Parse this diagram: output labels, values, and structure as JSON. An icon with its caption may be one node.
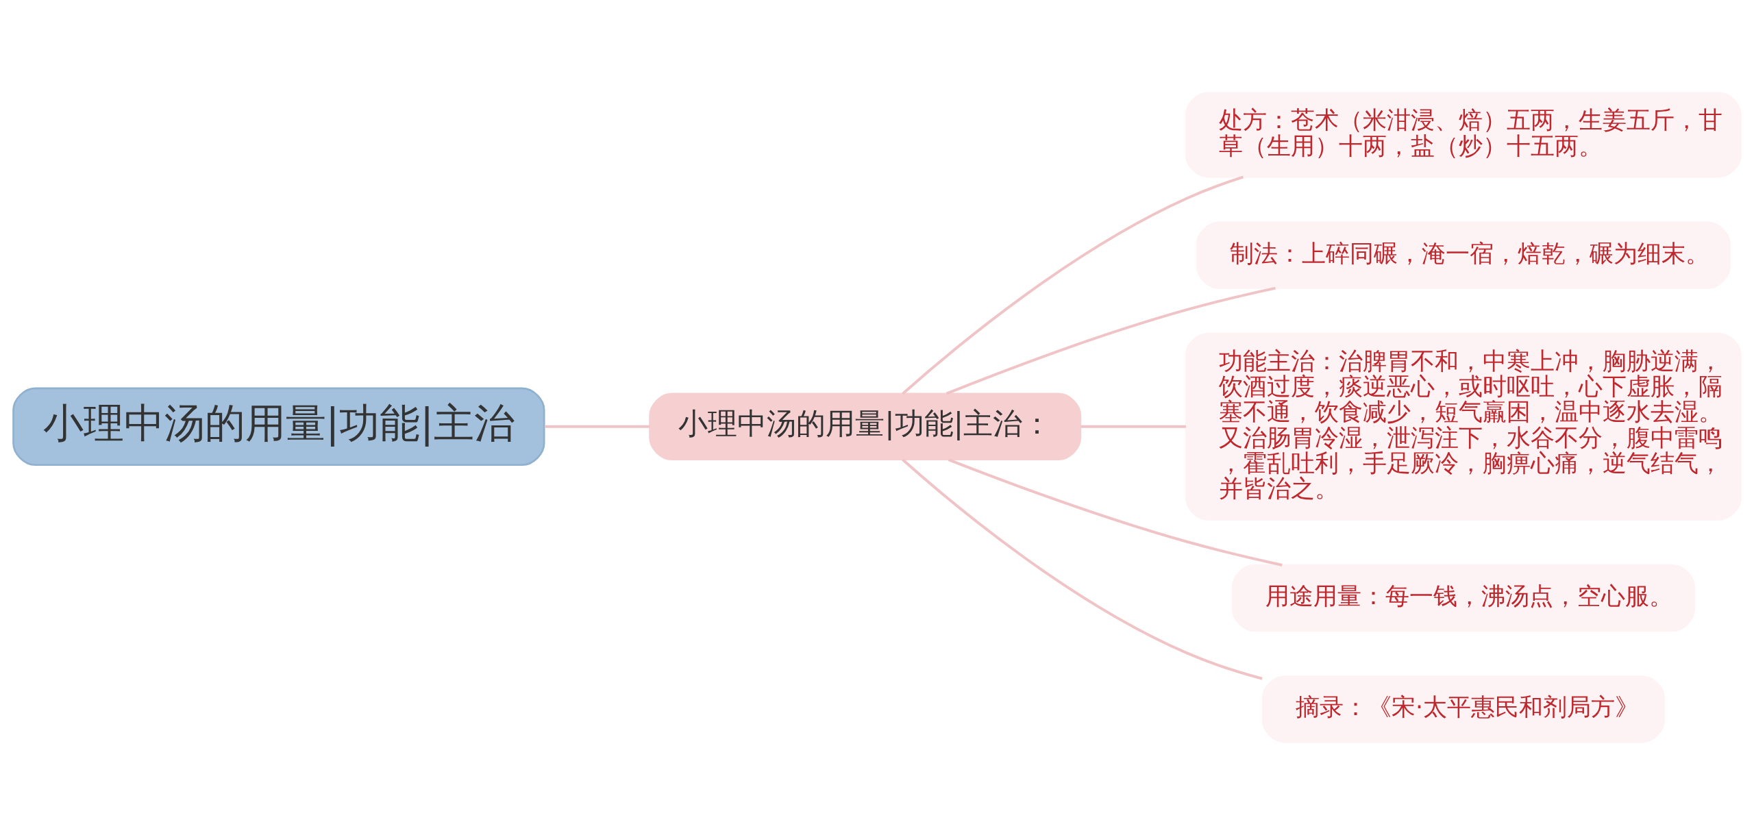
{
  "diagram": {
    "nodes": [
      {
        "text": [
          "小理中汤的用量|功能|主治"
        ]
      },
      {
        "text": [
          "小理中汤的用量|功能|主治："
        ]
      },
      {
        "text": [
          "处方：苍术（米泔浸、焙）五两，生姜五斤，甘草（生用）十两，盐（炒）十五两。"
        ]
      },
      {
        "text": [
          "制法：上碎同碾，淹一宿，焙乾，碾为细末。"
        ]
      },
      {
        "text": [
          "功能主治：治脾胃不和，中寒上冲，胸胁逆满，饮酒过度，痰逆恶心，或时呕吐，心下虚胀，隔塞不通，饮食减少，短气羸困，温中逐水去湿。又治肠胃冷湿，泄泻注下，水谷不分，腹中雷鸣，霍乱吐利，手足厥冷，胸痹心痛，逆气结气，并皆治之。"
        ]
      },
      {
        "text": [
          "用途用量：每一钱，沸汤点，空心服。"
        ]
      },
      {
        "text": [
          "摘录：《宋·太平惠民和剂局方》"
        ]
      }
    ],
    "edges": [
      {
        "from": 0,
        "to": 1,
        "arrow": "none"
      },
      {
        "from": 1,
        "to": 2,
        "arrow": "none"
      },
      {
        "from": 1,
        "to": 3,
        "arrow": "none"
      },
      {
        "from": 1,
        "to": 4,
        "arrow": "none"
      },
      {
        "from": 1,
        "to": 5,
        "arrow": "none"
      },
      {
        "from": 1,
        "to": 6,
        "arrow": "none"
      }
    ]
  }
}
